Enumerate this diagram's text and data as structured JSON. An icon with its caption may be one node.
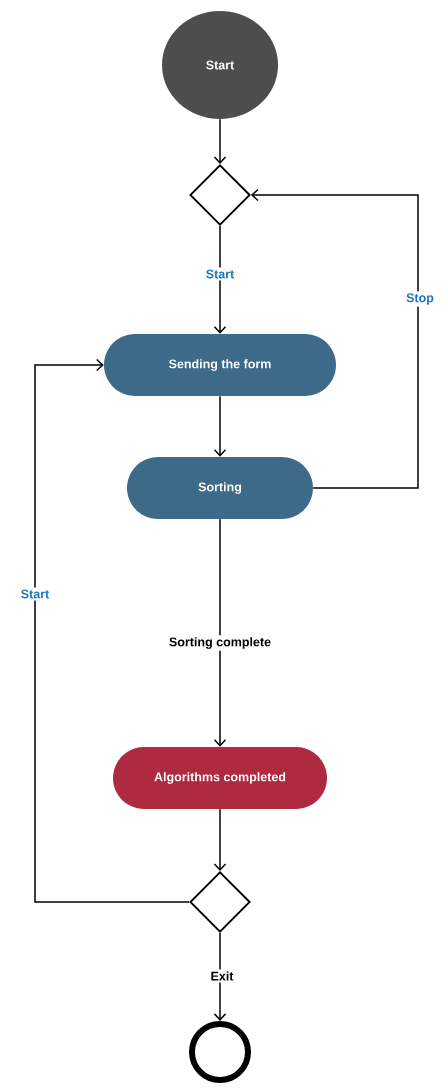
{
  "diagram": {
    "nodes": [
      {
        "text": [
          "Start"
        ]
      },
      {
        "text": [],
        "shape": "diamond"
      },
      {
        "text": [
          "Sending the form"
        ]
      },
      {
        "text": [
          "Sorting"
        ]
      },
      {
        "text": [
          "Algorithms completed"
        ]
      },
      {
        "text": [],
        "shape": "diamond"
      },
      {
        "text": [],
        "shape": "circle"
      }
    ],
    "edges": [
      {
        "from": 0,
        "to": 1,
        "arrow": "to"
      },
      {
        "from": 1,
        "to": 2,
        "arrow": "to",
        "label": "Start"
      },
      {
        "from": 2,
        "to": 3,
        "arrow": "to"
      },
      {
        "from": 3,
        "to": 1,
        "arrow": "to",
        "label": "Stop"
      },
      {
        "from": 3,
        "to": 4,
        "arrow": "to",
        "label": "Sorting complete"
      },
      {
        "from": 4,
        "to": 5,
        "arrow": "to"
      },
      {
        "from": 5,
        "to": 2,
        "arrow": "to",
        "label": "Start"
      },
      {
        "from": 5,
        "to": 6,
        "arrow": "to",
        "label": "Exit"
      }
    ]
  }
}
